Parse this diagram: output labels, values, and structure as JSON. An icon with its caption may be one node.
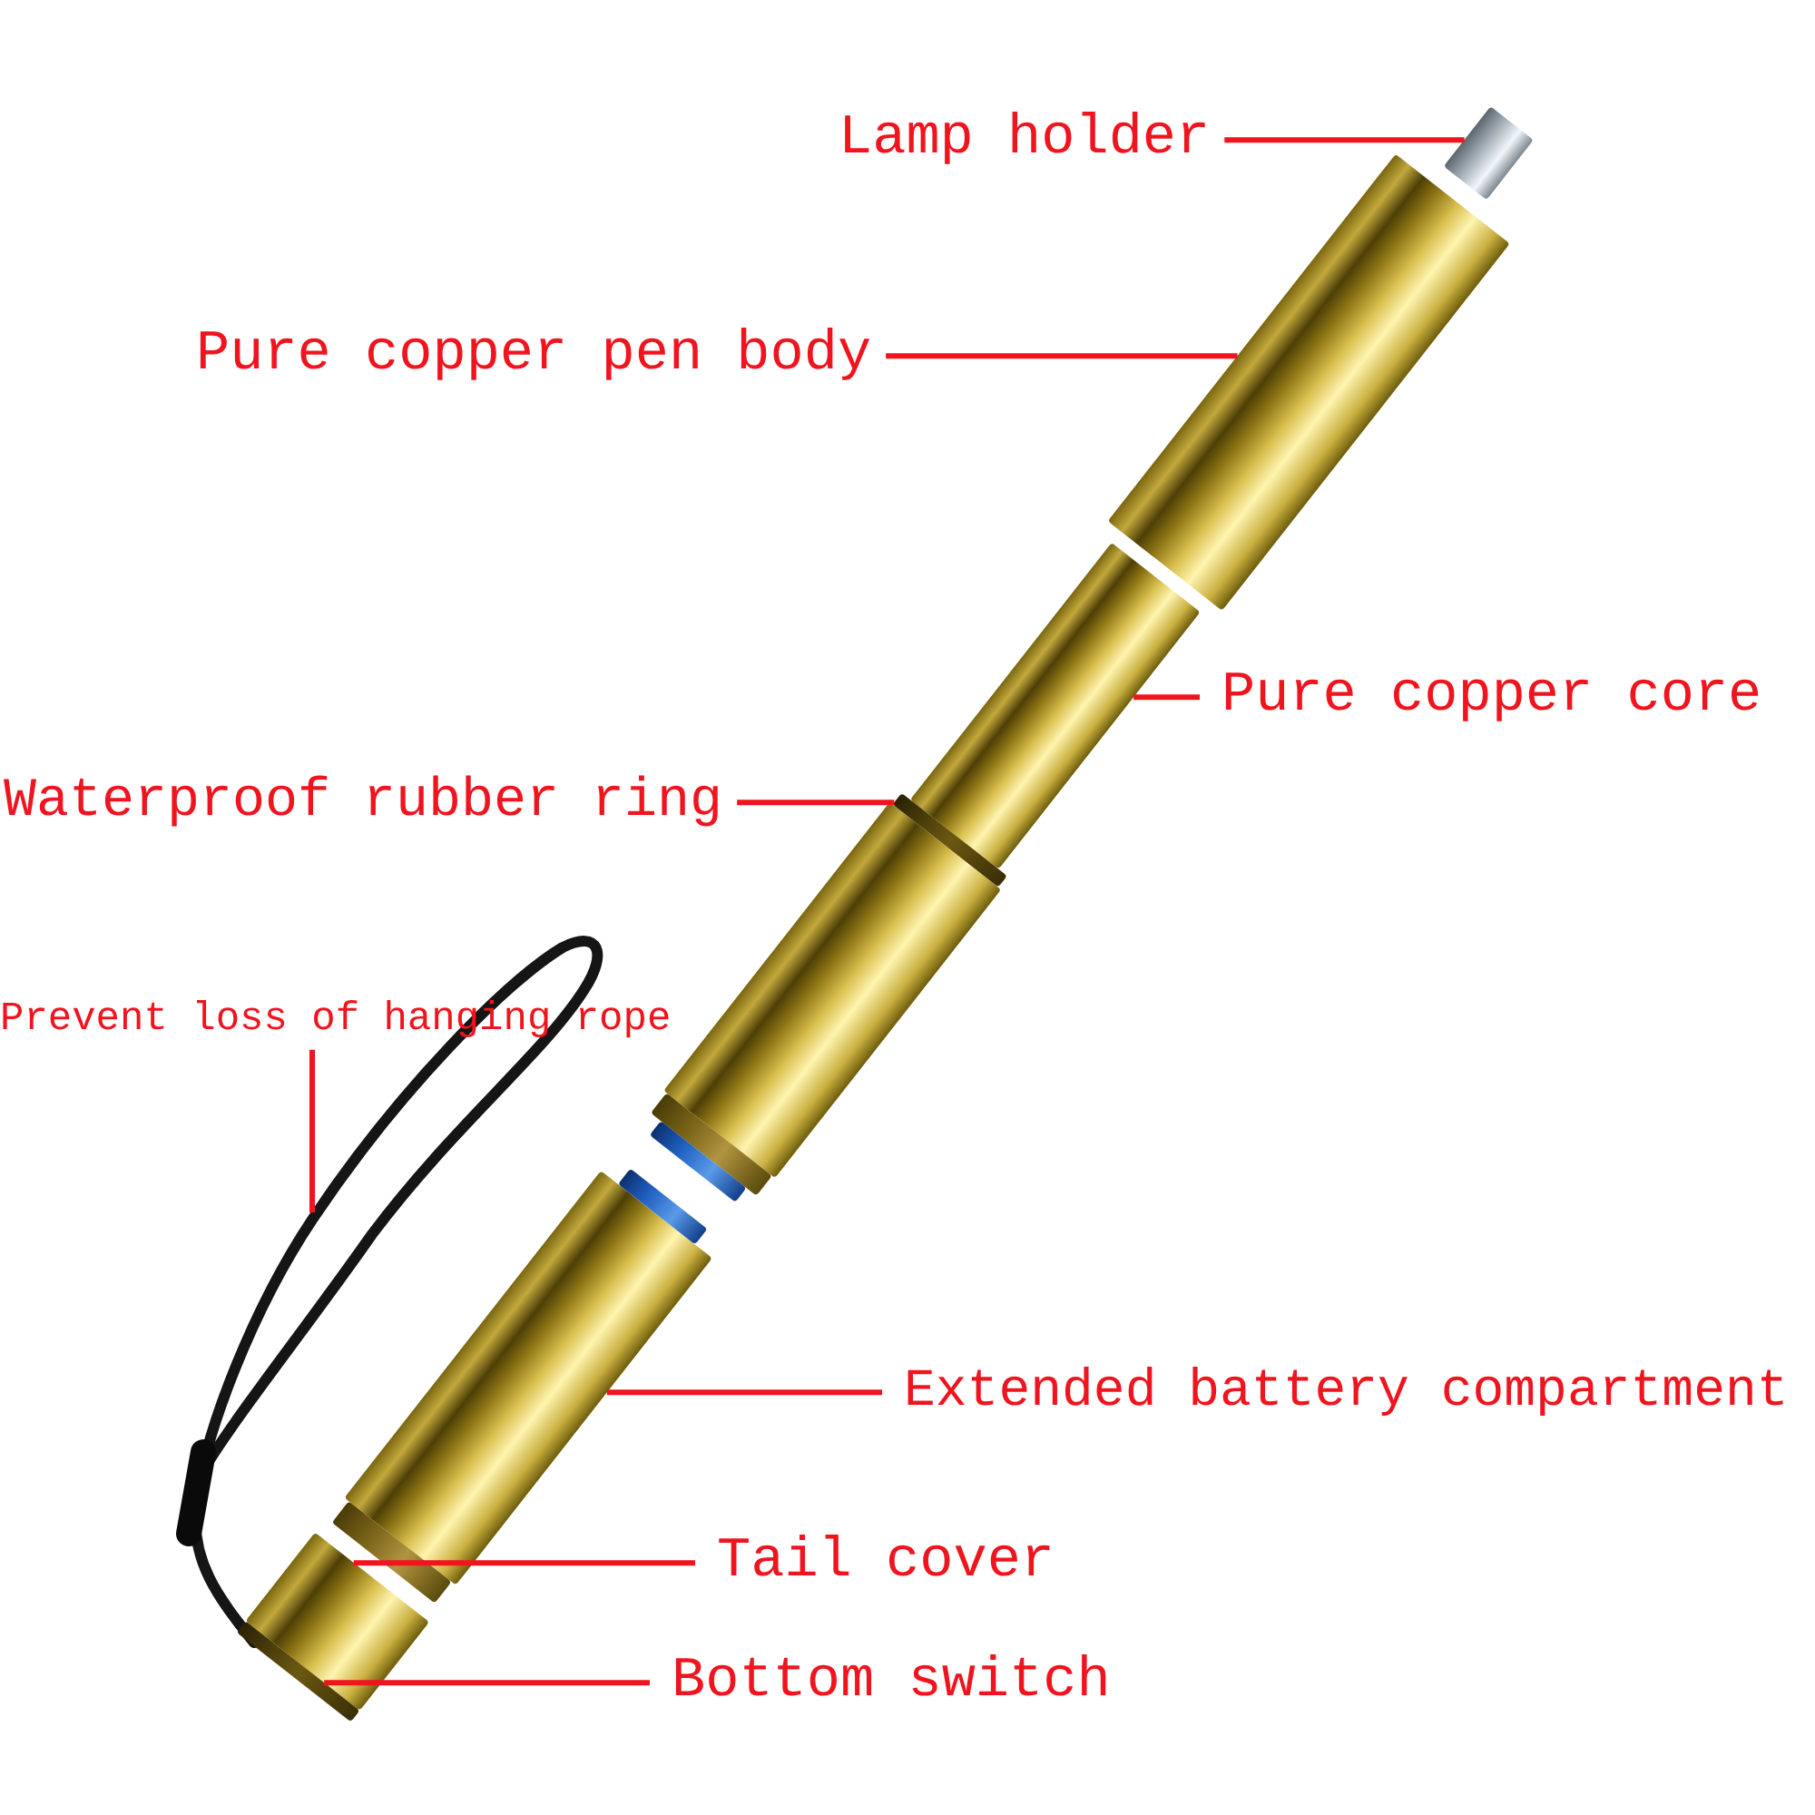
{
  "diagram": {
    "nodes": [
      {
        "text": [
          "Lamp holder"
        ]
      },
      {
        "text": [
          "Pure copper pen body"
        ]
      },
      {
        "text": [
          "Pure copper core"
        ]
      },
      {
        "text": [
          "Waterproof rubber ring"
        ]
      },
      {
        "text": [
          "Prevent loss of hanging rope"
        ]
      },
      {
        "text": [
          "Extended battery compartment"
        ]
      },
      {
        "text": [
          "Tail cover"
        ]
      },
      {
        "text": [
          "Bottom switch"
        ]
      },
      {
        "text": [],
        "shape": "cylinder"
      },
      {
        "text": [],
        "shape": "cylinder"
      },
      {
        "text": [],
        "shape": "cylinder"
      },
      {
        "text": [],
        "shape": "bar"
      },
      {
        "text": [],
        "shape": "picture"
      },
      {
        "text": [],
        "shape": "cylinder"
      },
      {
        "text": [],
        "shape": "cylinder"
      },
      {
        "text": [],
        "shape": "bar"
      },
      {
        "text": [],
        "shape": "cylinder"
      }
    ],
    "edges": [
      {
        "from": 0,
        "to": 8,
        "arrow": "none"
      },
      {
        "from": 1,
        "to": 9,
        "arrow": "none"
      },
      {
        "from": 2,
        "to": 10,
        "arrow": "none"
      },
      {
        "from": 3,
        "to": 11,
        "arrow": "none"
      },
      {
        "from": 4,
        "to": 12,
        "arrow": "none"
      },
      {
        "from": 5,
        "to": 13,
        "arrow": "none"
      },
      {
        "from": 6,
        "to": 14,
        "arrow": "none"
      },
      {
        "from": 7,
        "to": 15,
        "arrow": "none"
      }
    ]
  }
}
